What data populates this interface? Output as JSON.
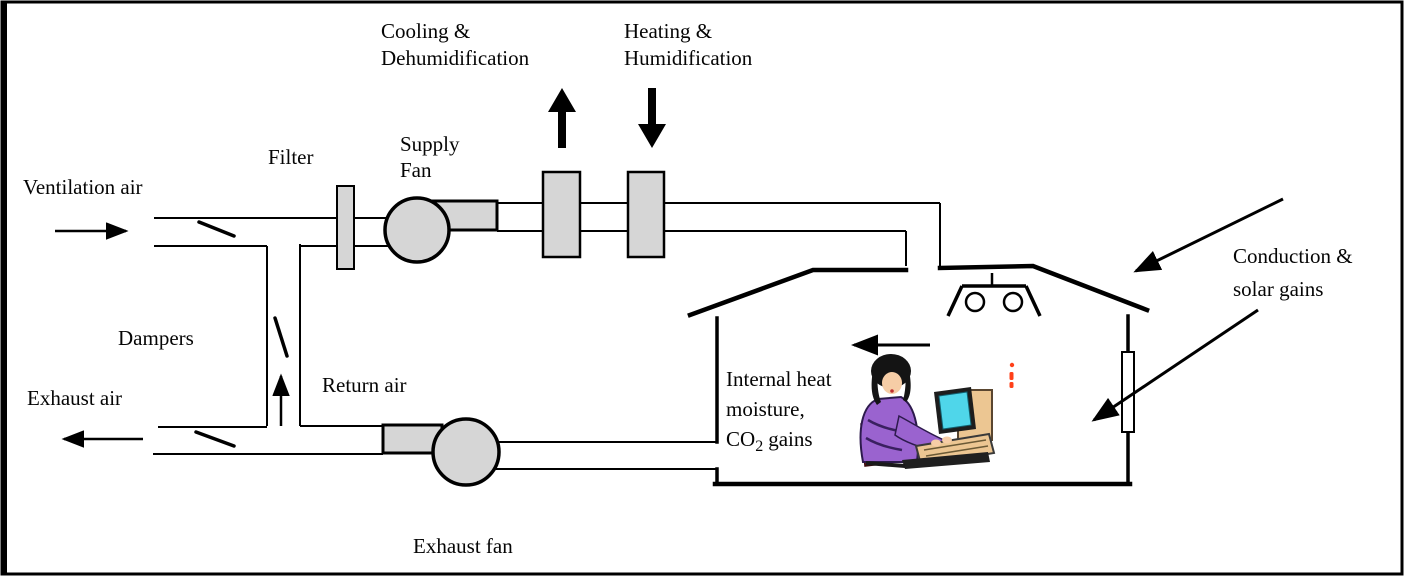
{
  "diagram": {
    "title_hint": "HVAC air handling system schematic with conditioned house",
    "labels": {
      "ventilation_air": "Ventilation air",
      "filter": "Filter",
      "supply_fan_line1": "Supply",
      "supply_fan_line2": "Fan",
      "cooling_line1": "Cooling &",
      "cooling_line2": "Dehumidification",
      "heating_line1": "Heating &",
      "heating_line2": "Humidification",
      "dampers": "Dampers",
      "exhaust_air": "Exhaust air",
      "return_air": "Return air",
      "exhaust_fan": "Exhaust fan",
      "internal_gains_line1": "Internal heat",
      "internal_gains_line2": "moisture,",
      "internal_gains_co": "CO",
      "internal_gains_sub": "2",
      "internal_gains_tail": "gains",
      "conduction_line1": "Conduction &",
      "conduction_line2": "solar gains"
    },
    "colors": {
      "line": "#000000",
      "component_fill": "#d6d6d6",
      "window_fill": "#ffffff",
      "heat_marks": "#ff4019",
      "person_shirt": "#9a63cf",
      "person_skin": "#f6cda6",
      "person_hair": "#141414",
      "chair": "#8a1f24",
      "desk": "#ecc692",
      "screen": "#4fd6ea"
    }
  }
}
